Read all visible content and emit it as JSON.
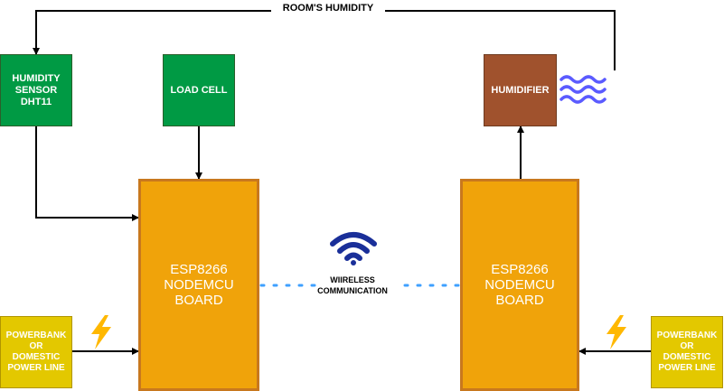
{
  "diagram": {
    "feedback_label": "ROOM'S HUMIDITY",
    "sensor_label": "HUMIDITY\nSENSOR\nDHT11",
    "loadcell_label": "LOAD CELL",
    "humidifier_label": "HUMIDIFIER",
    "board_left_label": "ESP8266\nNODEMCU\nBOARD",
    "board_right_label": "ESP8266\nNODEMCU\nBOARD",
    "power_left_label": "POWERBANK\nOR\nDOMESTIC\nPOWER LINE",
    "power_right_label": "POWERBANK\nOR\nDOMESTIC\nPOWER LINE",
    "wireless_label": "WIIRELESS\nCOMMUNICATION"
  },
  "colors": {
    "green": "#009a44",
    "brown": "#a0522d",
    "board": "#f0a30a",
    "power": "#e3c800",
    "wifi": "#1a2f99",
    "wave": "#5b5bff",
    "link": "#3fa0ff",
    "bolt": "#ffb800"
  },
  "icons": [
    "wifi-icon",
    "water-waves-icon",
    "lightning-icon"
  ]
}
